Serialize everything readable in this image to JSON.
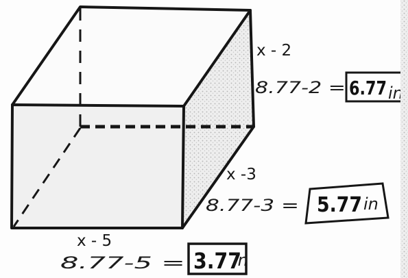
{
  "diagram": {
    "dimensions": [
      {
        "id": "height",
        "label": "x - 2",
        "work": "8.77-2 =",
        "answer": "6.77",
        "unit": "in"
      },
      {
        "id": "depth",
        "label": "x -3",
        "work": "8.77-3 =",
        "answer": "5.77",
        "unit": "in"
      },
      {
        "id": "width",
        "label": "x - 5",
        "work": "8.77-5 =",
        "answer": "3.77",
        "unit": "in"
      }
    ]
  },
  "colors": {
    "ink": "#161616",
    "shade": "#d6d6d6",
    "paper": "#fdfdfd"
  }
}
